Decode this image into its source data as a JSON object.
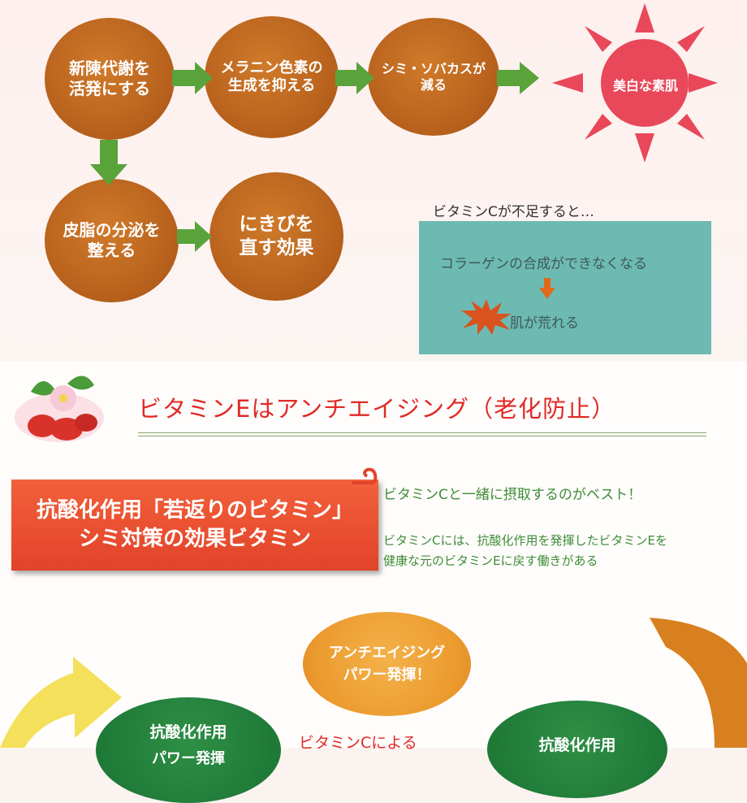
{
  "top_flow": {
    "circle_metabolism": "新陳代謝を\n活発にする",
    "circle_melanin": "メラニン色素の\n生成を抑える",
    "circle_spots": "シミ・ソバカスが\n減る",
    "sun_label": "美白な素肌",
    "circle_sebum": "皮脂の分泌を\n整える",
    "circle_acne": "にきびを\n直す効果"
  },
  "vitc_lack": {
    "heading": "ビタミンCが不足すると…",
    "line1": "コラーゲンの合成ができなくなる",
    "line2": "肌が荒れる"
  },
  "vite_title": "ビタミンEはアンチエイジング（老化防止）",
  "banner": {
    "line1": "抗酸化作用「若返りのビタミン」",
    "line2": "シミ対策の効果ビタミン"
  },
  "notes": {
    "best": "ビタミンCと一緒に摂取するのがベスト！",
    "detail1": "ビタミンCには、抗酸化作用を発揮したビタミンEを",
    "detail2": "健康な元のビタミンEに戻す働きがある"
  },
  "cycle": {
    "anti_line1": "アンチエイジング",
    "anti_line2": "パワー発揮！",
    "left_circle": "抗酸化作用",
    "left_circle_partial": "パワー発揮",
    "center_text": "ビタミンCによる",
    "right_circle": "抗酸化作用"
  },
  "colors": {
    "circle_brown": "#b55f1c",
    "arrow_green": "#5aa33b",
    "sun_red": "#e8485a",
    "title_red": "#e02a27",
    "teal": "#6dbab2",
    "note_green": "#3f8c38"
  }
}
